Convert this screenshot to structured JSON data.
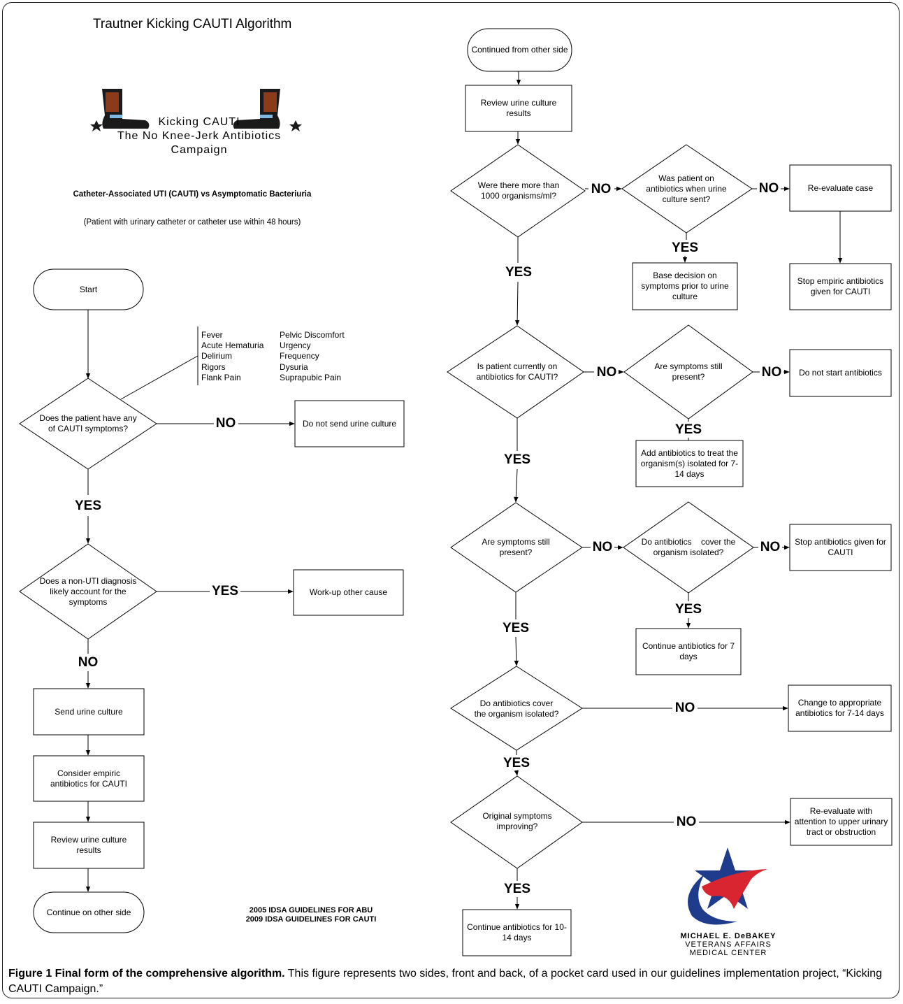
{
  "header": {
    "title": "Trautner Kicking CAUTI Algorithm",
    "logo_line1": "Kicking CAUTI",
    "logo_line2": "The No Knee-Jerk Antibiotics",
    "logo_line3": "Campaign",
    "subtitle": "Catheter-Associated UTI (CAUTI) vs Asymptomatic Bacteriuria",
    "note": "(Patient with urinary catheter or catheter use within 48 hours)"
  },
  "symptoms": {
    "col1": [
      "Fever",
      "Acute Hematuria",
      "Delirium",
      "Rigors",
      "Flank Pain"
    ],
    "col2": [
      "Pelvic Discomfort",
      "Urgency",
      "Frequency",
      "Dysuria",
      "Suprapubic Pain"
    ]
  },
  "left": {
    "start": "Start",
    "q1": "Does the patient have any of CAUTI symptoms?",
    "q1_no_label": "NO",
    "q1_no": "Do not send urine culture",
    "q1_yes_label": "YES",
    "q2": "Does a non-UTI diagnosis likely account for the symptoms",
    "q2_yes_label": "YES",
    "q2_yes": "Work-up other cause",
    "q2_no_label": "NO",
    "send": "Send urine culture",
    "consider": "Consider empiric antibiotics for CAUTI",
    "review": "Review urine culture results",
    "continue": "Continue on other side"
  },
  "guidelines": {
    "line1": "2005 IDSA GUIDELINES FOR ABU",
    "line2": "2009 IDSA GUIDELINES FOR CAUTI"
  },
  "right": {
    "continued": "Continued from other side",
    "review": "Review urine culture results",
    "d1": "Were there more than 1000 organisms/ml?",
    "d1_no": "NO",
    "d1b": "Was patient on antibiotics when urine culture sent?",
    "d1b_no": "NO",
    "reeval": "Re-evaluate case",
    "stop_empiric": "Stop empiric antibiotics given for CAUTI",
    "d1b_yes": "YES",
    "base_decision": "Base decision on symptoms prior to urine culture",
    "d1_yes": "YES",
    "d2": "Is patient currently on antibiotics for CAUTI?",
    "d2_no": "NO",
    "d2b": "Are symptoms still present?",
    "d2b_no": "NO",
    "do_not_start": "Do not start antibiotics",
    "d2b_yes": "YES",
    "add_abx": "Add antibiotics to treat the organism(s) isolated for    7-14 days",
    "d2_yes": "YES",
    "d3": "Are symptoms still present?",
    "d3_no": "NO",
    "d3b": "Do antibiotics    cover the organism isolated?",
    "d3b_no": "NO",
    "stop_abx": "Stop antibiotics given for CAUTI",
    "d3b_yes": "YES",
    "cont7": "Continue antibiotics for 7 days",
    "d3_yes": "YES",
    "d4": "Do antibiotics cover the organism isolated?",
    "d4_no": "NO",
    "change": "Change to appropriate antibiotics for 7-14 days",
    "d4_yes": "YES",
    "d5": "Original symptoms improving?",
    "d5_no": "NO",
    "reeval_upper": "Re-evaluate with attention to upper urinary tract or obstruction",
    "d5_yes": "YES",
    "cont1014": "Continue antibiotics for 10-14 days"
  },
  "va_logo": {
    "line1": "MICHAEL E. DeBAKEY",
    "line2": "VETERANS AFFAIRS",
    "line3": "MEDICAL CENTER"
  },
  "caption": {
    "bold": "Figure 1 Final form of the comprehensive algorithm.",
    "text": " This figure represents two sides, front and back, of a pocket card used in our guidelines implementation project, “Kicking CAUTI Campaign.”"
  },
  "colors": {
    "line": "#000000",
    "boot_dark": "#1a1a1a",
    "boot_brown": "#8b3a1a",
    "spur_blue": "#7fb8e0",
    "va_blue": "#1f3b8c",
    "va_red": "#d8252f"
  }
}
